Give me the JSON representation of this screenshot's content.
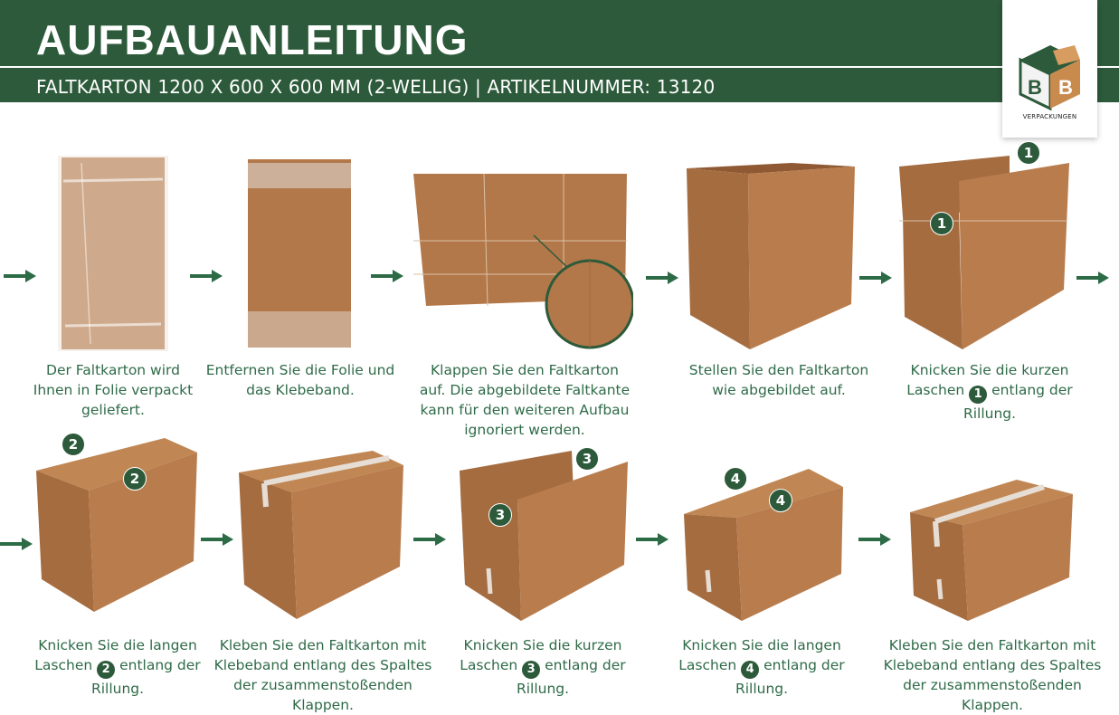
{
  "header": {
    "title": "AUFBAUANLEITUNG",
    "subtitle": "FALTKARTON 1200 X 600 X 600 MM (2-WELLIG) | ARTIKELNUMMER: 13120"
  },
  "logo": {
    "letters": [
      "B",
      "B"
    ],
    "brand": "VERPACKUNGEN"
  },
  "colors": {
    "header_green": "#2c5a3a",
    "caption_green": "#2f6b48",
    "cardboard": "#b3784a"
  },
  "badges": [
    "1",
    "1",
    "2",
    "2",
    "3",
    "3",
    "4",
    "4"
  ],
  "steps": [
    {
      "caption": [
        "Der Faltkarton wird",
        "Ihnen in Folie verpackt",
        "geliefert."
      ]
    },
    {
      "caption": [
        "Entfernen Sie die Folie und",
        "das Klebeband."
      ]
    },
    {
      "caption": [
        "Klappen Sie den Faltkarton",
        "auf. Die abgebildete Faltkante",
        "kann für den weiteren Aufbau",
        "ignoriert werden."
      ]
    },
    {
      "caption": [
        "Stellen Sie den Faltkarton",
        "wie abgebildet auf."
      ]
    },
    {
      "caption": [
        "Knicken Sie die kurzen",
        "Laschen",
        "1",
        "entlang der",
        "Rillung."
      ]
    },
    {
      "caption": [
        "Knicken Sie die langen",
        "Laschen",
        "2",
        "entlang der",
        "Rillung."
      ]
    },
    {
      "caption": [
        "Kleben Sie den Faltkarton mit",
        "Klebeband entlang des Spaltes",
        "der zusammenstoßenden",
        "Klappen."
      ]
    },
    {
      "caption": [
        "Knicken Sie die kurzen",
        "Laschen",
        "3",
        "entlang der",
        "Rillung."
      ]
    },
    {
      "caption": [
        "Knicken Sie die langen",
        "Laschen",
        "4",
        "entlang der",
        "Rillung."
      ]
    },
    {
      "caption": [
        "Kleben Sie den Faltkarton mit",
        "Klebeband entlang des Spaltes",
        "der zusammenstoßenden",
        "Klappen."
      ]
    }
  ]
}
